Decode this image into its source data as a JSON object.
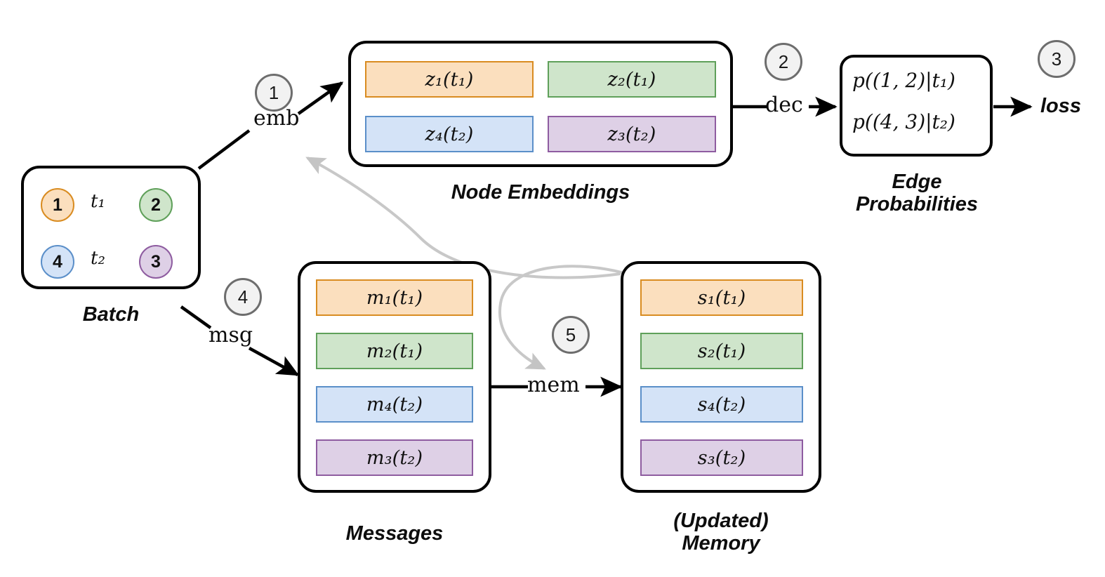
{
  "diagram": {
    "title": "Temporal Graph Network pipeline",
    "colors": {
      "orange_fill": "#fbdfbe",
      "orange_border": "#d98c21",
      "green_fill": "#cfe5cb",
      "green_border": "#5fa05a",
      "blue_fill": "#d4e3f7",
      "blue_border": "#5b8fc9",
      "purple_fill": "#ded0e6",
      "purple_border": "#8e5ca0",
      "panel_border": "#000000",
      "badge_fill": "#f2f2f2",
      "badge_border": "#6d6d6d",
      "gray_arrow": "#c8c8c8",
      "black_arrow": "#000000"
    }
  },
  "batch": {
    "caption": "Batch",
    "edges": [
      {
        "source": "1",
        "time": "t₁",
        "target": "2",
        "source_color": "orange",
        "target_color": "green"
      },
      {
        "source": "4",
        "time": "t₂",
        "target": "3",
        "source_color": "blue",
        "target_color": "purple"
      }
    ]
  },
  "node_embeddings": {
    "caption": "Node Embeddings",
    "slots": [
      {
        "label": "z₁(t₁)",
        "color": "orange"
      },
      {
        "label": "z₂(t₁)",
        "color": "green"
      },
      {
        "label": "z₄(t₂)",
        "color": "blue"
      },
      {
        "label": "z₃(t₂)",
        "color": "purple"
      }
    ]
  },
  "edge_probabilities": {
    "caption": "Edge\nProbabilities",
    "lines": [
      "p((1, 2)|t₁)",
      "p((4, 3)|t₂)"
    ]
  },
  "messages": {
    "caption": "Messages",
    "slots": [
      {
        "label": "m₁(t₁)",
        "color": "orange"
      },
      {
        "label": "m₂(t₁)",
        "color": "green"
      },
      {
        "label": "m₄(t₂)",
        "color": "blue"
      },
      {
        "label": "m₃(t₂)",
        "color": "purple"
      }
    ]
  },
  "memory": {
    "caption": "(Updated)\nMemory",
    "slots": [
      {
        "label": "s₁(t₁)",
        "color": "orange"
      },
      {
        "label": "s₂(t₁)",
        "color": "green"
      },
      {
        "label": "s₄(t₂)",
        "color": "blue"
      },
      {
        "label": "s₃(t₂)",
        "color": "purple"
      }
    ]
  },
  "steps": [
    {
      "number": "1"
    },
    {
      "number": "2"
    },
    {
      "number": "3"
    },
    {
      "number": "4"
    },
    {
      "number": "5"
    }
  ],
  "operations": {
    "emb": "emb",
    "dec": "dec",
    "msg": "msg",
    "mem": "mem"
  },
  "output": {
    "loss": "loss"
  }
}
